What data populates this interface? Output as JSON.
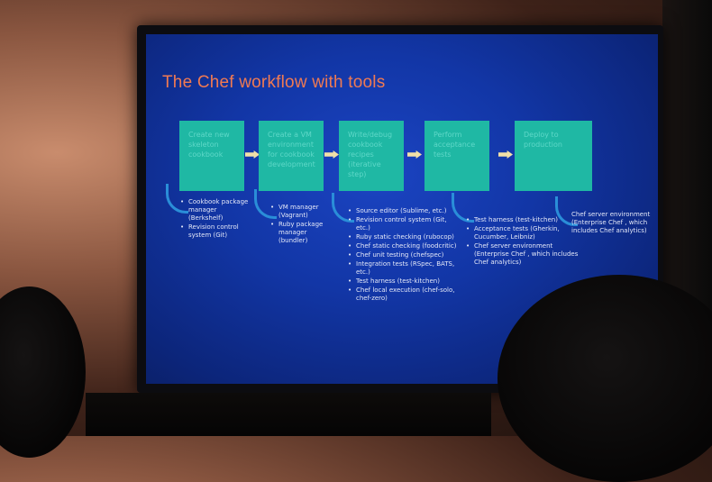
{
  "slide": {
    "title": "The Chef workflow with tools",
    "steps": [
      {
        "label": "Create new skeleton cookbook"
      },
      {
        "label": "Create a VM environment for cookbook development"
      },
      {
        "label": "Write/debug cookbook recipes (iterative step)"
      },
      {
        "label": "Perform acceptance tests"
      },
      {
        "label": "Deploy to production"
      }
    ],
    "tools": [
      [
        "Cookbook package manager (Berkshelf)",
        "Revision control system (Git)"
      ],
      [
        "VM manager (Vagrant)",
        "Ruby package manager (bundler)"
      ],
      [
        "Source editor (Sublime, etc.)",
        "Revision control system (Git, etc.)",
        "Ruby static checking (rubocop)",
        "Chef static checking (foodcritic)",
        "Chef unit testing (chefspec)",
        "Integration tests (RSpec, BATS, etc.)",
        "Test harness (test-kitchen)",
        "Chef local execution (chef-solo, chef-zero)"
      ],
      [
        "Test harness (test-kitchen)",
        "Acceptance tests (Gherkin, Cucumber, Leibniz)",
        "Chef server environment (Enterprise Chef , which includes Chef analytics)"
      ]
    ],
    "deploy_note": "Chef server environment (Enterprise Chef , which includes Chef analytics)"
  },
  "colors": {
    "slide_bg": "#1236a6",
    "title": "#f07a52",
    "step_box": "#1fb8a4",
    "arrow": "#f2e0a8",
    "curl": "#2a8ed8"
  }
}
